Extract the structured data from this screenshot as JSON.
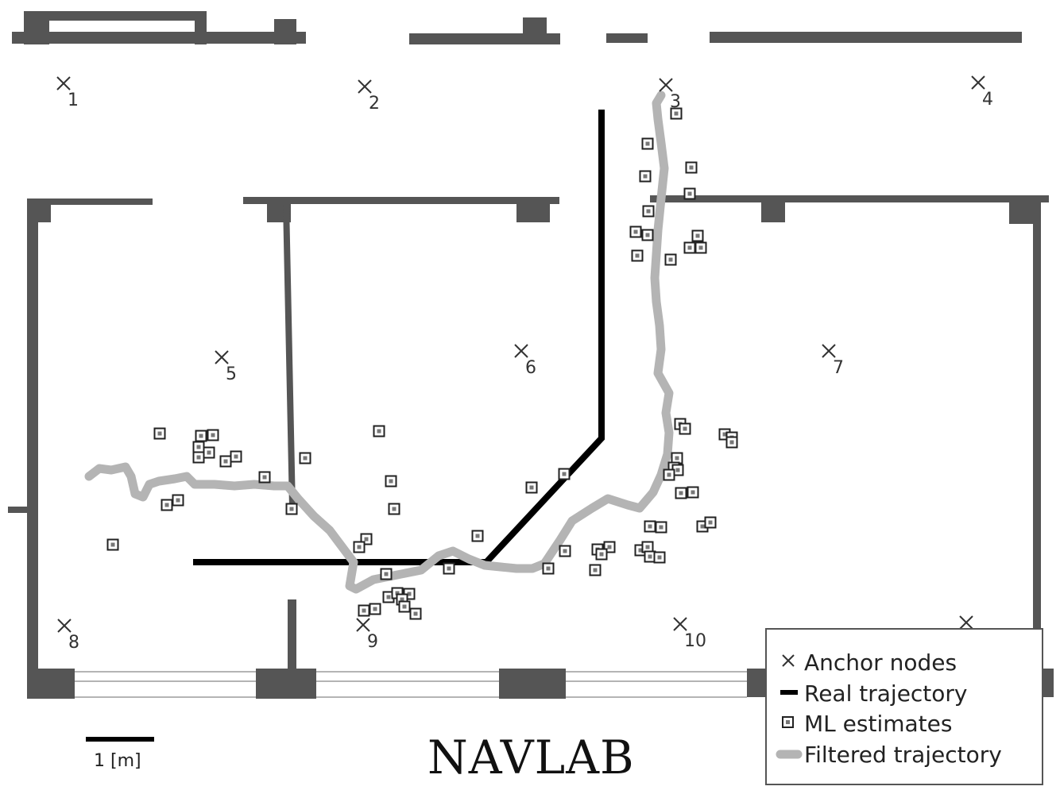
{
  "title": "NAVLAB",
  "scale_bar": {
    "label": "1 [m]"
  },
  "anchors": [
    "1",
    "2",
    "3",
    "4",
    "5",
    "6",
    "7",
    "8",
    "9",
    "10",
    ""
  ],
  "legend": {
    "anchor_nodes": "Anchor nodes",
    "real_trajectory": "Real trajectory",
    "ml_estimates": "ML estimates",
    "filtered_trajectory": "Filtered trajectory"
  },
  "colors": {
    "walls": "#555555",
    "real_trajectory": "#000000",
    "filtered_trajectory": "#b4b4b4",
    "ml_marker_fill": "#777777"
  }
}
